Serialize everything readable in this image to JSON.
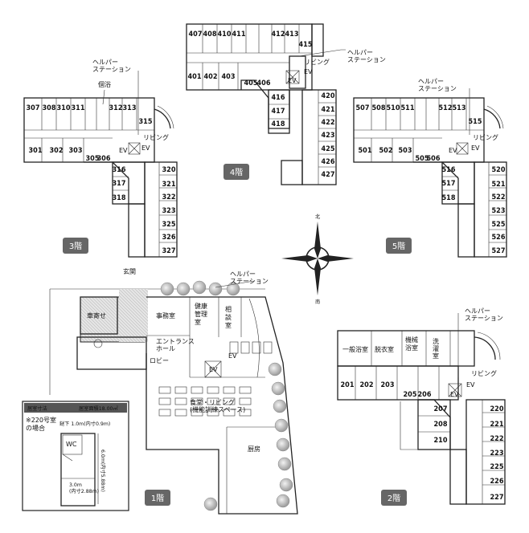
{
  "floors": {
    "f4": {
      "badge": "4階",
      "rooms_top": [
        "407",
        "408",
        "410",
        "411",
        "412",
        "413"
      ],
      "rooms_bottom": [
        "401",
        "402",
        "403"
      ],
      "rooms_mid": [
        "415",
        "405",
        "406"
      ],
      "rooms_wing": [
        "416",
        "417",
        "418"
      ],
      "rooms_right": [
        "420",
        "421",
        "422",
        "423",
        "425",
        "426",
        "427"
      ],
      "helper_station": "ヘルパー\nステーション",
      "living": "リビング",
      "ev": "EV"
    },
    "f3": {
      "badge": "3階",
      "rooms_top": [
        "307",
        "308",
        "310",
        "311",
        "312",
        "313"
      ],
      "rooms_bottom": [
        "301",
        "302",
        "303"
      ],
      "rooms_mid": [
        "315",
        "305",
        "306"
      ],
      "rooms_wing": [
        "316",
        "317",
        "318"
      ],
      "rooms_right": [
        "320",
        "321",
        "322",
        "323",
        "325",
        "326",
        "327"
      ],
      "helper_station": "ヘルパー\nステーション",
      "bath": "個浴",
      "living": "リビング",
      "ev": "EV"
    },
    "f5": {
      "badge": "5階",
      "rooms_top": [
        "507",
        "508",
        "510",
        "511",
        "512",
        "513"
      ],
      "rooms_bottom": [
        "501",
        "502",
        "503"
      ],
      "rooms_mid": [
        "515",
        "505",
        "506"
      ],
      "rooms_wing": [
        "516",
        "517",
        "518"
      ],
      "rooms_right": [
        "520",
        "521",
        "522",
        "523",
        "525",
        "526",
        "527"
      ],
      "helper_station": "ヘルパー\nステーション",
      "living": "リビング",
      "ev": "EV"
    },
    "f1": {
      "badge": "1階",
      "entrance": "玄関",
      "car_porch": "車寄せ",
      "office": "事務室",
      "health": "健康\n管理\n室",
      "consult": "相\n談\n室",
      "entrance_hall": "エントランス\nホール",
      "lobby": "ロビー",
      "dining": "食堂・リビング\n(機能訓練スペース)",
      "kitchen": "厨房",
      "helper_station": "ヘルパー\nステーション",
      "ev": "EV"
    },
    "f2": {
      "badge": "2階",
      "bath_general": "一般浴室",
      "dressing": "脱衣室",
      "machine_bath": "機械\n浴室",
      "laundry": "洗\n濯\n室",
      "rooms_bottom": [
        "201",
        "202",
        "203"
      ],
      "rooms_mid": [
        "205",
        "206"
      ],
      "rooms_wing": [
        "207",
        "208",
        "210"
      ],
      "rooms_right": [
        "220",
        "221",
        "222",
        "223",
        "225",
        "226",
        "227"
      ],
      "helper_station": "ヘルパー\nステーション",
      "living": "リビング",
      "ev": "EV"
    }
  },
  "compass": {
    "north": "北",
    "south": "南"
  },
  "legend": {
    "title": "居室寸法",
    "area": "居室面積18.00㎡",
    "note": "※220号室\nの場合",
    "width_top": "鎹下 1.0m(内寸0.9m)",
    "wc": "WC",
    "depth": "6.0m(内寸5.88m)",
    "width_bottom": "3.0m\n(内寸2.88m)"
  },
  "colors": {
    "badge_bg": "#666666",
    "hatch": "#cfcfcf",
    "wall": "#222222",
    "tree": "#bbbbbb"
  }
}
